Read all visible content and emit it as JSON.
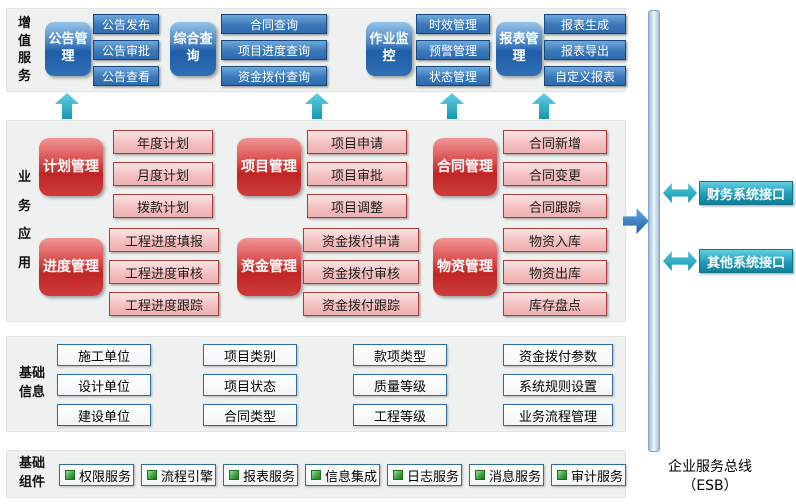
{
  "sections": {
    "value_added": {
      "label": "增值服务",
      "groups": [
        {
          "title": "公告管理",
          "items": [
            "公告发布",
            "公告审批",
            "公告查看"
          ]
        },
        {
          "title": "综合查询",
          "items": [
            "合同查询",
            "项目进度查询",
            "资金拨付查询"
          ]
        },
        {
          "title": "作业监控",
          "items": [
            "时效管理",
            "预警管理",
            "状态管理"
          ]
        },
        {
          "title": "报表管理",
          "items": [
            "报表生成",
            "报表导出",
            "自定义报表"
          ]
        }
      ]
    },
    "business": {
      "label": "业务应用",
      "groups": [
        {
          "title": "计划管理",
          "items": [
            "年度计划",
            "月度计划",
            "拨款计划"
          ]
        },
        {
          "title": "项目管理",
          "items": [
            "项目申请",
            "项目审批",
            "项目调整"
          ]
        },
        {
          "title": "合同管理",
          "items": [
            "合同新增",
            "合同变更",
            "合同跟踪"
          ]
        },
        {
          "title": "进度管理",
          "items": [
            "工程进度填报",
            "工程进度审核",
            "工程进度跟踪"
          ]
        },
        {
          "title": "资金管理",
          "items": [
            "资金拨付申请",
            "资金拨付审核",
            "资金拨付跟踪"
          ]
        },
        {
          "title": "物资管理",
          "items": [
            "物资入库",
            "物资出库",
            "库存盘点"
          ]
        }
      ]
    },
    "base_info": {
      "label": "基础信息",
      "columns": [
        [
          "施工单位",
          "设计单位",
          "建设单位"
        ],
        [
          "项目类别",
          "项目状态",
          "合同类型"
        ],
        [
          "款项类型",
          "质量等级",
          "工程等级"
        ],
        [
          "资金拨付参数",
          "系统规则设置",
          "业务流程管理"
        ]
      ]
    },
    "base_components": {
      "label": "基础组件",
      "items": [
        "权限服务",
        "流程引擎",
        "报表服务",
        "信息集成",
        "日志服务",
        "消息服务",
        "审计服务"
      ]
    }
  },
  "esb": {
    "label_line1": "企业服务总线",
    "label_line2": "（ESB）",
    "interfaces": [
      "财务系统接口",
      "其他系统接口"
    ]
  },
  "colors": {
    "section_bg": "#eff1f0",
    "blue_node": "#2f6fb4",
    "blue_item": "#2e6cb0",
    "red_node": "#c02525",
    "pink_item": "#f1b3b3",
    "white_item_border": "#2e6da4",
    "teal_accent": "#1f9cb8",
    "esb_bar": "#cfe0ee",
    "component_icon_green": "#3aa03a"
  }
}
